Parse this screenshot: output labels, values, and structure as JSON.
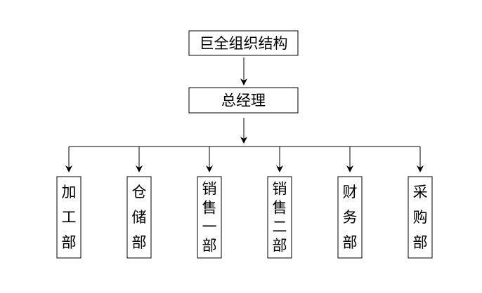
{
  "root": {
    "label": "巨全组织结构"
  },
  "manager": {
    "label": "总经理"
  },
  "departments": [
    {
      "chars": [
        "加",
        "工",
        "部"
      ]
    },
    {
      "chars": [
        "仓",
        "储",
        "部"
      ]
    },
    {
      "chars": [
        "销",
        "售",
        "一",
        "部"
      ]
    },
    {
      "chars": [
        "销",
        "售",
        "二",
        "部"
      ]
    },
    {
      "chars": [
        "财",
        "务",
        "部"
      ]
    },
    {
      "chars": [
        "采",
        "购",
        "部"
      ]
    }
  ]
}
